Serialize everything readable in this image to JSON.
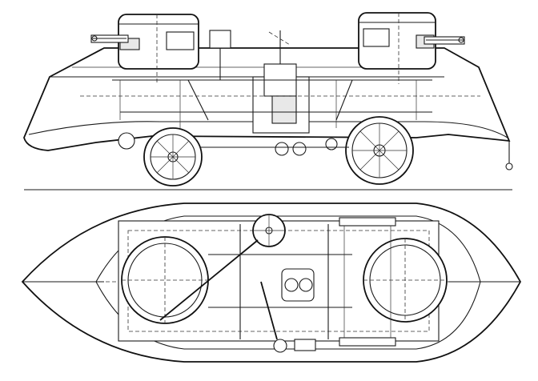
{
  "drawing": {
    "subject": "armored-car-technical-drawing",
    "views": [
      "side-elevation",
      "plan-view"
    ],
    "colors": {
      "ink": "#1a1a1a",
      "paper": "#ffffff"
    }
  }
}
